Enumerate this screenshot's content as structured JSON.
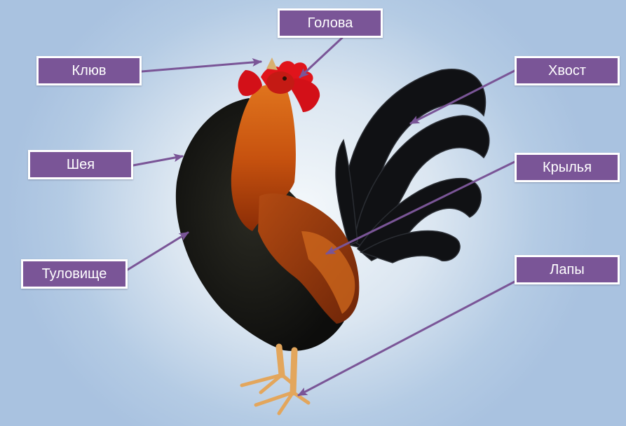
{
  "diagram": {
    "subject_icon": "rooster-illustration",
    "colors": {
      "label_fill": "#7a5597",
      "label_border": "#ffffff",
      "arrow": "#7a5597"
    },
    "labels": {
      "head": "Голова",
      "beak": "Клюв",
      "tail": "Хвост",
      "neck": "Шея",
      "wings": "Крылья",
      "body": "Туловище",
      "legs": "Лапы"
    }
  }
}
